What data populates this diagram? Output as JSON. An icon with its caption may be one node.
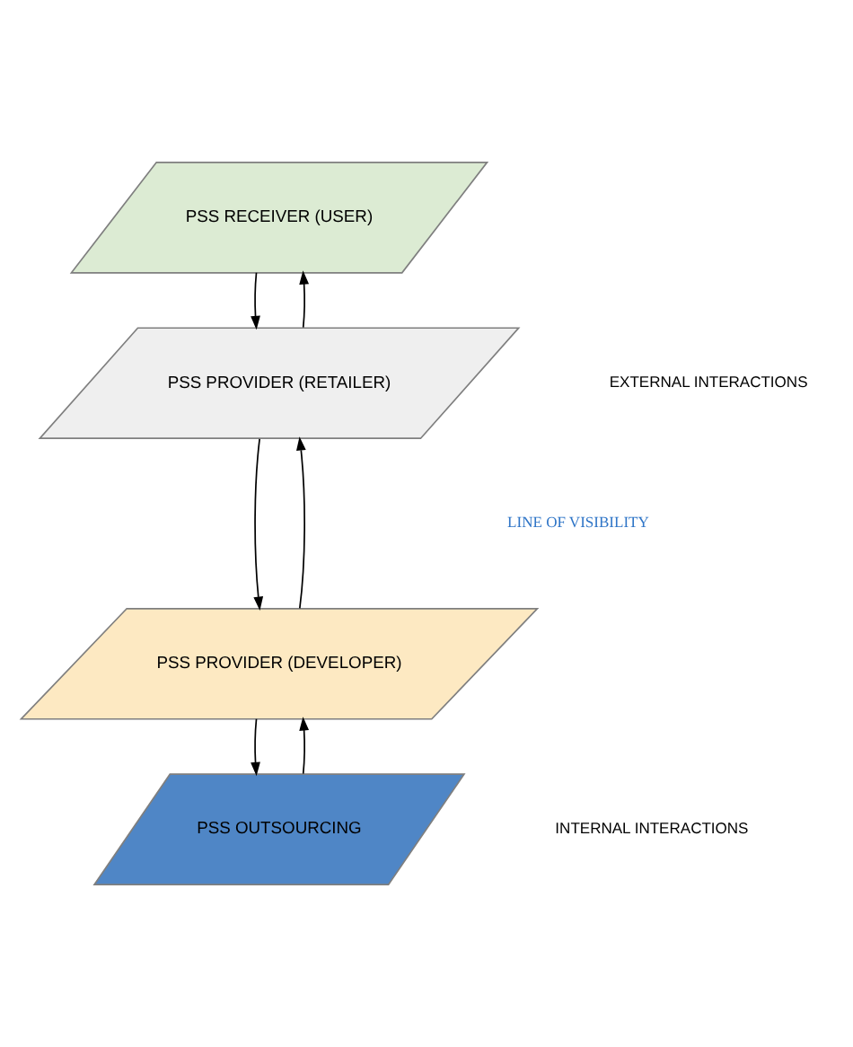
{
  "diagram": {
    "nodes": [
      {
        "text": [
          "PSS RECEIVER (USER)"
        ]
      },
      {
        "text": [
          "PSS PROVIDER (RETAILER)"
        ]
      },
      {
        "text": [
          "PSS PROVIDER (DEVELOPER)"
        ]
      },
      {
        "text": [
          "PSS OUTSOURCING"
        ]
      }
    ],
    "edges": [
      {
        "from": 0,
        "to": 1,
        "arrow": "to"
      },
      {
        "from": 1,
        "to": 0,
        "arrow": "to"
      },
      {
        "from": 2,
        "to": 1,
        "arrow": "to"
      },
      {
        "from": 1,
        "to": 2,
        "arrow": "to"
      },
      {
        "from": 2,
        "to": 3,
        "arrow": "to"
      },
      {
        "from": 3,
        "to": 2,
        "arrow": "to"
      }
    ],
    "labels": [
      "EXTERNAL INTERACTIONS",
      "LINE OF VISIBILITY",
      "INTERNAL INTERACTIONS"
    ]
  }
}
